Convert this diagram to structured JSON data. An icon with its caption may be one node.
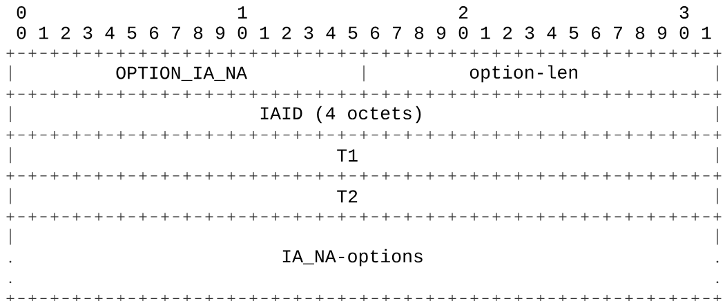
{
  "diagram": {
    "nodes": [
      {
        "text": [
          "OPTION_IA_NA"
        ]
      },
      {
        "text": [
          "option-len"
        ]
      },
      {
        "text": [
          "IAID (4 octets)"
        ]
      },
      {
        "text": [
          "T1"
        ]
      },
      {
        "text": [
          "T2"
        ]
      },
      {
        "text": [
          "IA_NA-options"
        ]
      }
    ],
    "labels": [
      "0",
      "1",
      "2",
      "3",
      "0",
      "1",
      "2",
      "3",
      "4",
      "5",
      "6",
      "7",
      "8",
      "9",
      "0",
      "1",
      "2",
      "3",
      "4",
      "5",
      "6",
      "7",
      "8",
      "9",
      "0",
      "1",
      "2",
      "3",
      "4",
      "5",
      "6",
      "7",
      "8",
      "9",
      "0",
      "1"
    ]
  }
}
